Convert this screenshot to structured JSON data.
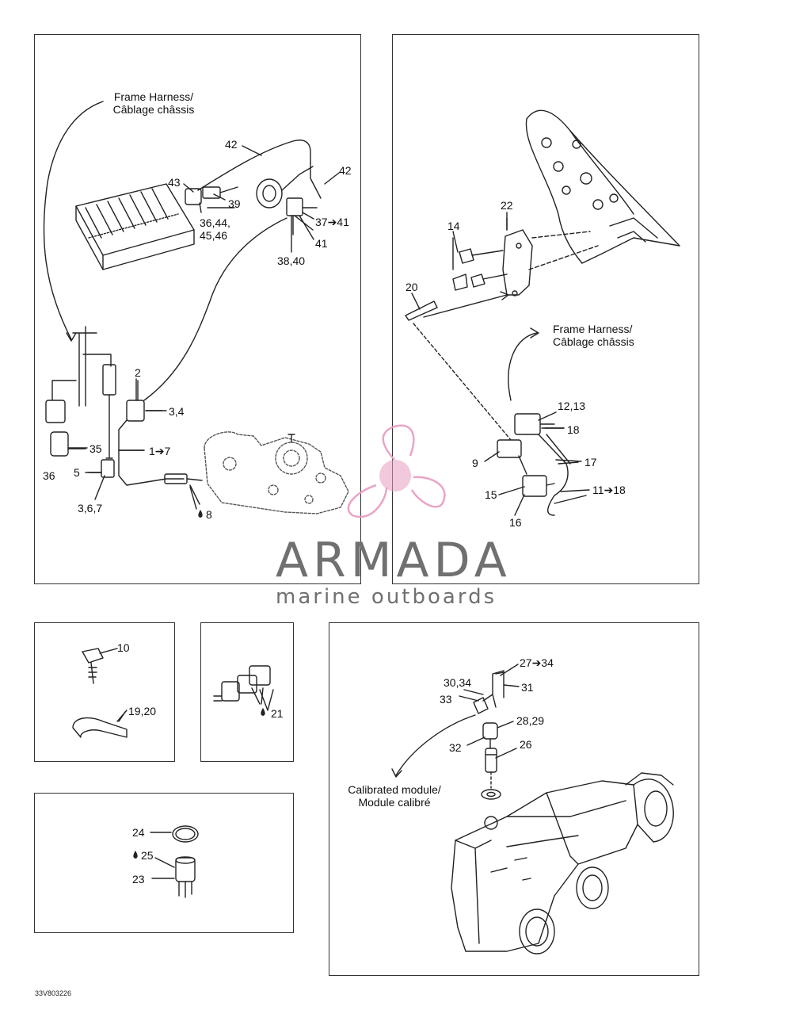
{
  "figure_code": "33V803226",
  "watermark": {
    "brand": "ARMADA",
    "tagline": "marine outboards",
    "logo_color": "#e79ac0",
    "text_color": "#707070"
  },
  "notes": {
    "frame_harness_1_line1": "Frame Harness/",
    "frame_harness_1_line2": "Câblage châssis",
    "frame_harness_2_line1": "Frame Harness/",
    "frame_harness_2_line2": "Câblage châssis",
    "calibrated_line1": "Calibrated module/",
    "calibrated_line2": "Module calibré"
  },
  "callouts": {
    "panel_a": {
      "c42a": "42",
      "c42b": "42",
      "c43": "43",
      "c39": "39",
      "c36_44": "36,44,",
      "c45_46": "45,46",
      "c37": "37➔41",
      "c41": "41",
      "c38_40": "38,40",
      "c2": "2",
      "c3_4": "3,4",
      "c1_7": "1➔7",
      "c35": "35",
      "c36": "36",
      "c5": "5",
      "c3_6_7": "3,6,7",
      "c8": "8"
    },
    "panel_b": {
      "c14": "14",
      "c22": "22",
      "c20": "20",
      "c12_13": "12,13",
      "c18": "18",
      "c9": "9",
      "c17": "17",
      "c15": "15",
      "c11_18": "11➔18",
      "c16": "16"
    },
    "panel_c": {
      "c10": "10",
      "c19_20": "19,20"
    },
    "panel_d": {
      "c21": "21"
    },
    "panel_e": {
      "c24": "24",
      "c25": "25",
      "c23": "23"
    },
    "panel_f": {
      "c27_34": "27➔34",
      "c30_34": "30,34",
      "c31": "31",
      "c33": "33",
      "c28_29": "28,29",
      "c32": "32",
      "c26": "26"
    }
  }
}
